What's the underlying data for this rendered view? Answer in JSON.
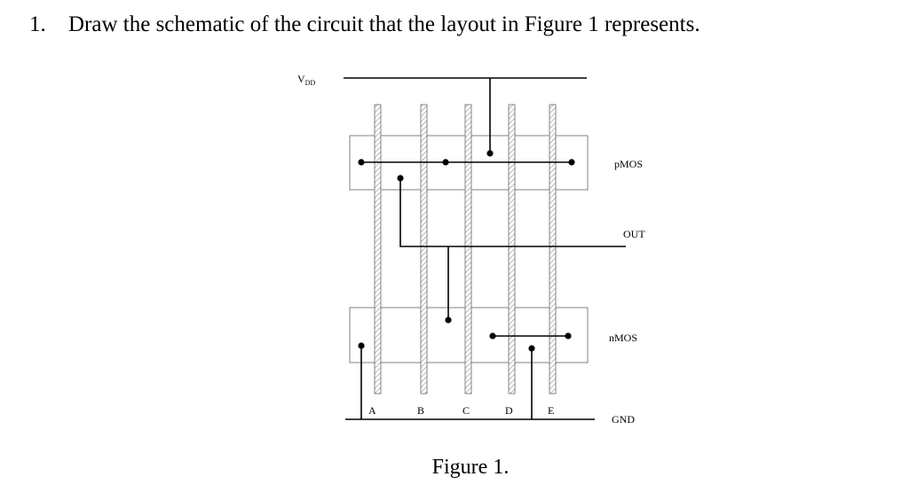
{
  "question": {
    "number": "1.",
    "text": "Draw the schematic of the circuit that the layout in Figure 1 represents."
  },
  "labels": {
    "vdd_main": "V",
    "vdd_sub": "DD",
    "pmos": "pMOS",
    "out": "OUT",
    "nmos": "nMOS",
    "gnd": "GND",
    "gates": [
      "A",
      "B",
      "C",
      "D",
      "E"
    ]
  },
  "caption": "Figure 1.",
  "colors": {
    "line": "#000000",
    "region_border": "#808080",
    "poly_hatch": "#8c8c8c"
  }
}
